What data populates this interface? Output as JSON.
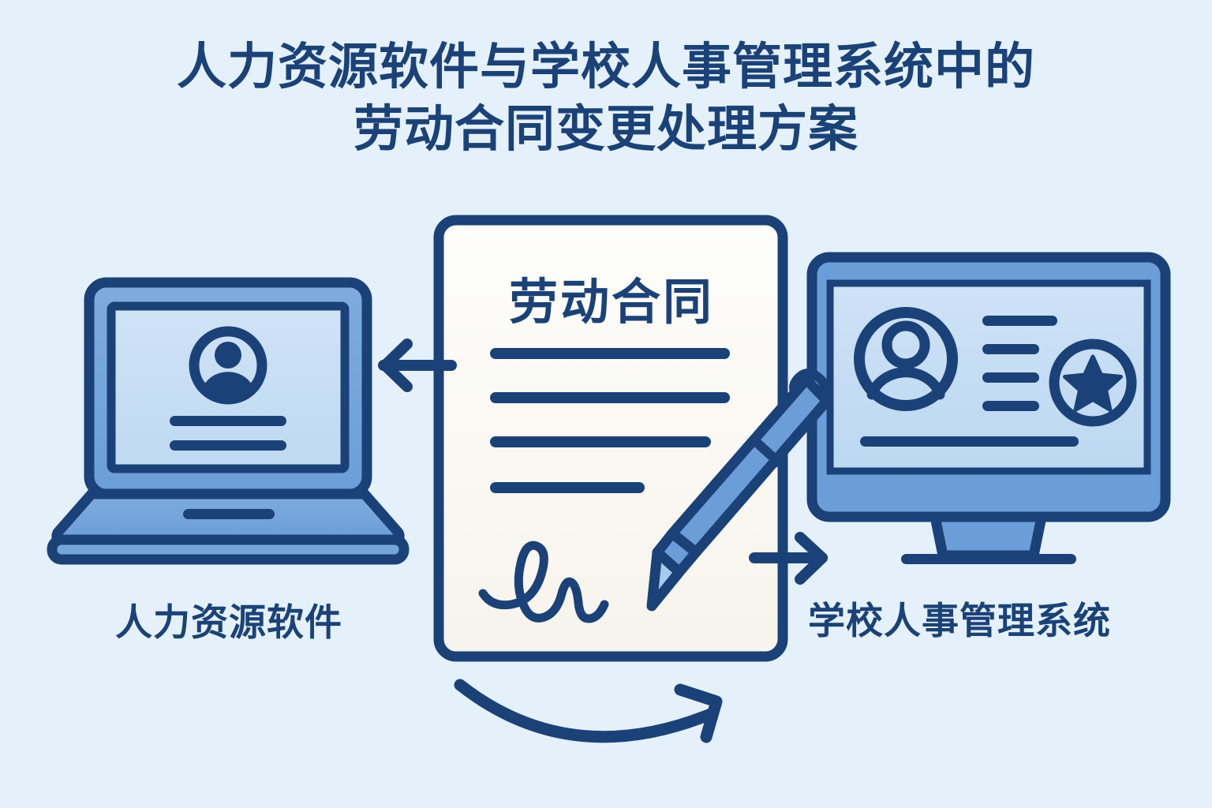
{
  "page": {
    "background_color": "#e4f1fb",
    "ink_color": "#1b4278",
    "accent_blue": "#6b9ed8",
    "screen_blue": "#c2dcf4",
    "paper_color": "#faf9f4"
  },
  "title": {
    "line1": "人力资源软件与学校人事管理系统中的",
    "line2": "劳动合同变更处理方案",
    "full": "人力资源软件与学校人事管理系统中的\n劳动合同变更处理方案"
  },
  "document": {
    "heading": "劳动合同",
    "line_count": 4,
    "signature": "handwritten-signature"
  },
  "left_node": {
    "caption": "人力资源软件",
    "device": "laptop",
    "screen_icons": [
      "user-avatar-icon",
      "text-line",
      "text-line"
    ]
  },
  "right_node": {
    "caption": "学校人事管理系统",
    "device": "desktop-monitor",
    "screen_icons": [
      "user-avatar-outline-icon",
      "text-line",
      "text-line",
      "text-line",
      "text-line",
      "star-badge-icon",
      "text-line"
    ]
  },
  "arrows": {
    "to_left_label": "arrow-left",
    "to_right_label": "arrow-right",
    "bottom_curved_label": "curved-arrow-right"
  },
  "pen": {
    "label": "signing-pen",
    "body_color": "#6b9ed8",
    "tip_color": "#a8cbed"
  }
}
